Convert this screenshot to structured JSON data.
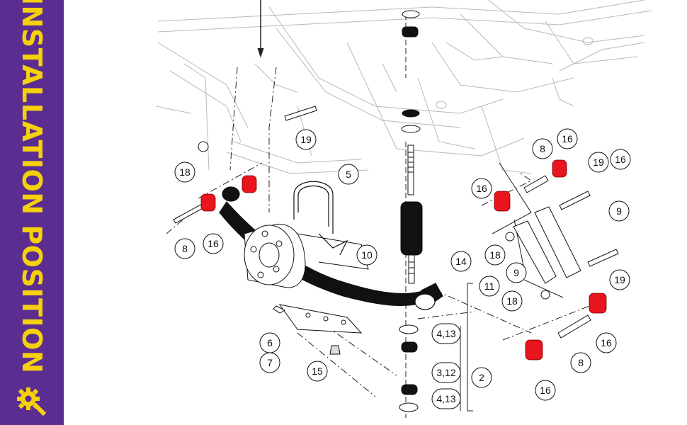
{
  "sidebar": {
    "title": "INSTALLATION POSITION",
    "background": "#5b2d91",
    "text_color": "#f5d10a",
    "icon": "gear-wrench-icon"
  },
  "diagram": {
    "callouts": [
      "19",
      "18",
      "16",
      "8",
      "16",
      "5",
      "10",
      "14",
      "16",
      "8",
      "16",
      "19",
      "9",
      "18",
      "9",
      "18",
      "19",
      "11",
      "6",
      "7",
      "15",
      "4,13",
      "3,12",
      "4,13",
      "2",
      "16",
      "8",
      "16"
    ],
    "accent_color": "#e8141e"
  }
}
